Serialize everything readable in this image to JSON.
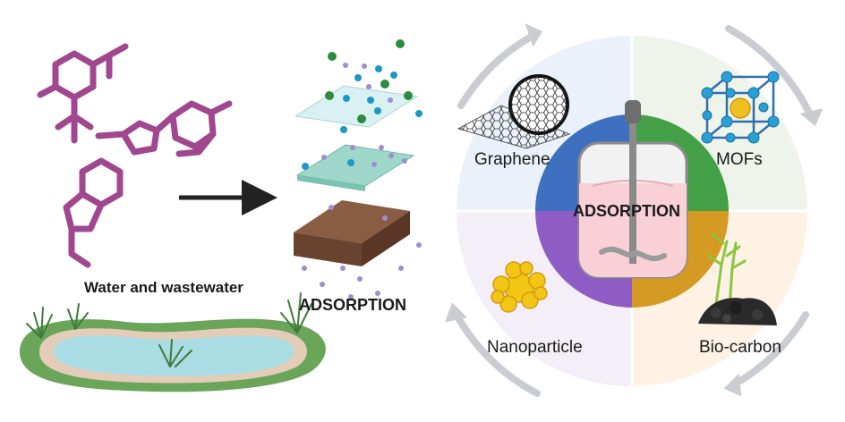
{
  "left_panel": {
    "caption": "Water and wastewater",
    "process_label": "ADSORPTION"
  },
  "cycle": {
    "center_label": "ADSORPTION",
    "categories": [
      {
        "label": "Graphene",
        "color": "#3f70bf"
      },
      {
        "label": "MOFs",
        "color": "#43a047"
      },
      {
        "label": "Nanoparticle",
        "color": "#8e5cc4"
      },
      {
        "label": "Bio-carbon",
        "color": "#d49a22"
      }
    ]
  },
  "colors": {
    "molecule": "#a0478f",
    "water": "#a9dde3",
    "arrow": "#222222"
  }
}
